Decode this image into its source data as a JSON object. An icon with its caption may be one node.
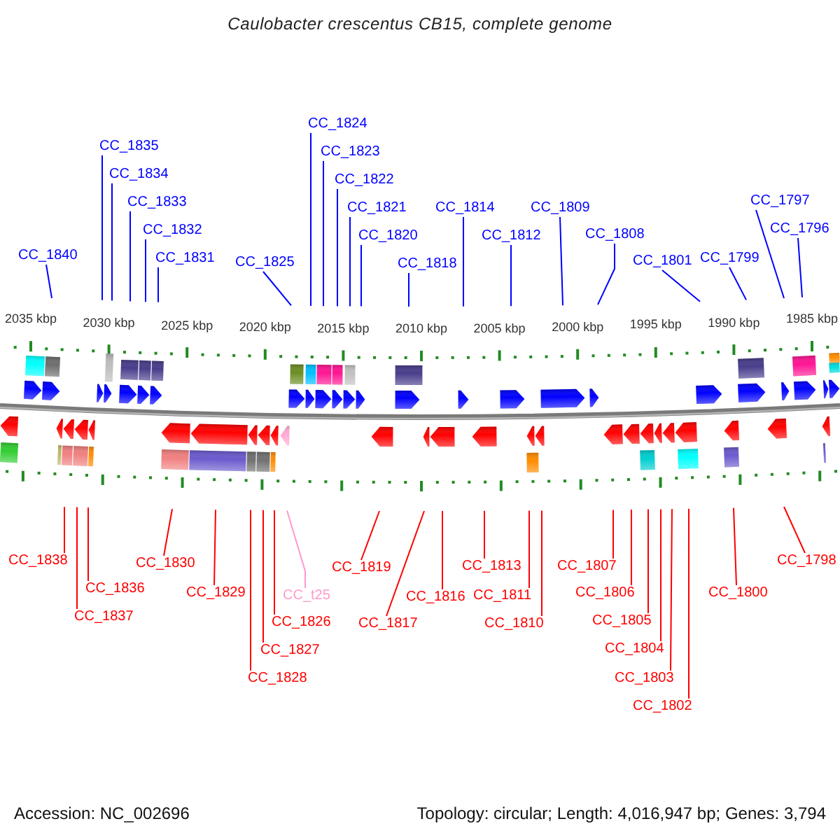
{
  "diagram": {
    "title": "Caulobacter crescentus CB15, complete genome",
    "nodes": [
      {
        "text": [
          "CC_1840"
        ]
      },
      {
        "text": [
          "CC_1835"
        ]
      },
      {
        "text": [
          "CC_1834"
        ]
      },
      {
        "text": [
          "CC_1833"
        ]
      },
      {
        "text": [
          "CC_1832"
        ]
      },
      {
        "text": [
          "CC_1831"
        ]
      },
      {
        "text": [
          "CC_1825"
        ]
      },
      {
        "text": [
          "CC_1824"
        ]
      },
      {
        "text": [
          "CC_1823"
        ]
      },
      {
        "text": [
          "CC_1822"
        ]
      },
      {
        "text": [
          "CC_1821"
        ]
      },
      {
        "text": [
          "CC_1820"
        ]
      },
      {
        "text": [
          "CC_1818"
        ]
      },
      {
        "text": [
          "CC_1814"
        ]
      },
      {
        "text": [
          "CC_1812"
        ]
      },
      {
        "text": [
          "CC_1809"
        ]
      },
      {
        "text": [
          "CC_1808"
        ]
      },
      {
        "text": [
          "CC_1801"
        ]
      },
      {
        "text": [
          "CC_1799"
        ]
      },
      {
        "text": [
          "CC_1797"
        ]
      },
      {
        "text": [
          "CC_1796"
        ]
      },
      {
        "text": [
          "CC_1838"
        ]
      },
      {
        "text": [
          "CC_1837"
        ]
      },
      {
        "text": [
          "CC_1836"
        ]
      },
      {
        "text": [
          "CC_1830"
        ]
      },
      {
        "text": [
          "CC_1829"
        ]
      },
      {
        "text": [
          "CC_1828"
        ]
      },
      {
        "text": [
          "CC_1827"
        ]
      },
      {
        "text": [
          "CC_1826"
        ]
      },
      {
        "text": [
          "CC_t25"
        ]
      },
      {
        "text": [
          "CC_1819"
        ]
      },
      {
        "text": [
          "CC_1817"
        ]
      },
      {
        "text": [
          "CC_1816"
        ]
      },
      {
        "text": [
          "CC_1813"
        ]
      },
      {
        "text": [
          "CC_1811"
        ]
      },
      {
        "text": [
          "CC_1810"
        ]
      },
      {
        "text": [
          "CC_1807"
        ]
      },
      {
        "text": [
          "CC_1806"
        ]
      },
      {
        "text": [
          "CC_1805"
        ]
      },
      {
        "text": [
          "CC_1804"
        ]
      },
      {
        "text": [
          "CC_1803"
        ]
      },
      {
        "text": [
          "CC_1802"
        ]
      },
      {
        "text": [
          "CC_1800"
        ]
      },
      {
        "text": [
          "CC_1798"
        ]
      }
    ],
    "edges": [
      {
        "from": 0,
        "to": null,
        "arrow": "none",
        "color": "#0000ff"
      },
      {
        "from": 1,
        "to": null,
        "arrow": "none",
        "color": "#0000ff"
      },
      {
        "from": 2,
        "to": null,
        "arrow": "none",
        "color": "#0000ff"
      },
      {
        "from": 3,
        "to": null,
        "arrow": "none",
        "color": "#0000ff"
      },
      {
        "from": 4,
        "to": null,
        "arrow": "none",
        "color": "#0000ff"
      },
      {
        "from": 5,
        "to": null,
        "arrow": "none",
        "color": "#0000ff"
      },
      {
        "from": 6,
        "to": null,
        "arrow": "none",
        "color": "#0000ff"
      },
      {
        "from": 7,
        "to": null,
        "arrow": "none",
        "color": "#0000ff"
      },
      {
        "from": 8,
        "to": null,
        "arrow": "none",
        "color": "#0000ff"
      },
      {
        "from": 9,
        "to": null,
        "arrow": "none",
        "color": "#0000ff"
      },
      {
        "from": 10,
        "to": null,
        "arrow": "none",
        "color": "#0000ff"
      },
      {
        "from": 11,
        "to": null,
        "arrow": "none",
        "color": "#0000ff"
      },
      {
        "from": 12,
        "to": null,
        "arrow": "none",
        "color": "#0000ff"
      },
      {
        "from": 13,
        "to": null,
        "arrow": "none",
        "color": "#0000ff"
      },
      {
        "from": 14,
        "to": null,
        "arrow": "none",
        "color": "#0000ff"
      },
      {
        "from": 15,
        "to": null,
        "arrow": "none",
        "color": "#0000ff"
      },
      {
        "from": 16,
        "to": null,
        "arrow": "none",
        "color": "#0000ff"
      },
      {
        "from": 17,
        "to": null,
        "arrow": "none",
        "color": "#0000ff"
      },
      {
        "from": 18,
        "to": null,
        "arrow": "none",
        "color": "#0000ff"
      },
      {
        "from": 19,
        "to": null,
        "arrow": "none",
        "color": "#0000ff"
      },
      {
        "from": 20,
        "to": null,
        "arrow": "none",
        "color": "#0000ff"
      },
      {
        "from": 21,
        "to": null,
        "arrow": "none"
      },
      {
        "from": 22,
        "to": null,
        "arrow": "none"
      },
      {
        "from": 23,
        "to": null,
        "arrow": "none"
      },
      {
        "from": 24,
        "to": null,
        "arrow": "none"
      },
      {
        "from": 25,
        "to": null,
        "arrow": "none"
      },
      {
        "from": 26,
        "to": null,
        "arrow": "none"
      },
      {
        "from": 27,
        "to": null,
        "arrow": "none"
      },
      {
        "from": 28,
        "to": null,
        "arrow": "none"
      },
      {
        "from": 29,
        "to": null,
        "arrow": "none",
        "color": "#ff99cc"
      },
      {
        "from": 30,
        "to": null,
        "arrow": "none"
      },
      {
        "from": 31,
        "to": null,
        "arrow": "none"
      },
      {
        "from": 32,
        "to": null,
        "arrow": "none"
      },
      {
        "from": 33,
        "to": null,
        "arrow": "none"
      },
      {
        "from": 34,
        "to": null,
        "arrow": "none"
      },
      {
        "from": 35,
        "to": null,
        "arrow": "none"
      },
      {
        "from": 36,
        "to": null,
        "arrow": "none"
      },
      {
        "from": 37,
        "to": null,
        "arrow": "none"
      },
      {
        "from": 38,
        "to": null,
        "arrow": "none"
      },
      {
        "from": 39,
        "to": null,
        "arrow": "none"
      },
      {
        "from": 40,
        "to": null,
        "arrow": "none"
      },
      {
        "from": 41,
        "to": null,
        "arrow": "none"
      },
      {
        "from": 42,
        "to": null,
        "arrow": "none"
      },
      {
        "from": 43,
        "to": null,
        "arrow": "none"
      }
    ],
    "labels": [
      "2035 kbp",
      "2030 kbp",
      "2025 kbp",
      "2020 kbp",
      "2015 kbp",
      "2010 kbp",
      "2005 kbp",
      "2000 kbp",
      "1995 kbp",
      "1990 kbp",
      "1985 kbp",
      "Accession: NC_002696",
      "Topology: circular; Length: 4,016,947 bp; Genes: 3,794"
    ]
  }
}
